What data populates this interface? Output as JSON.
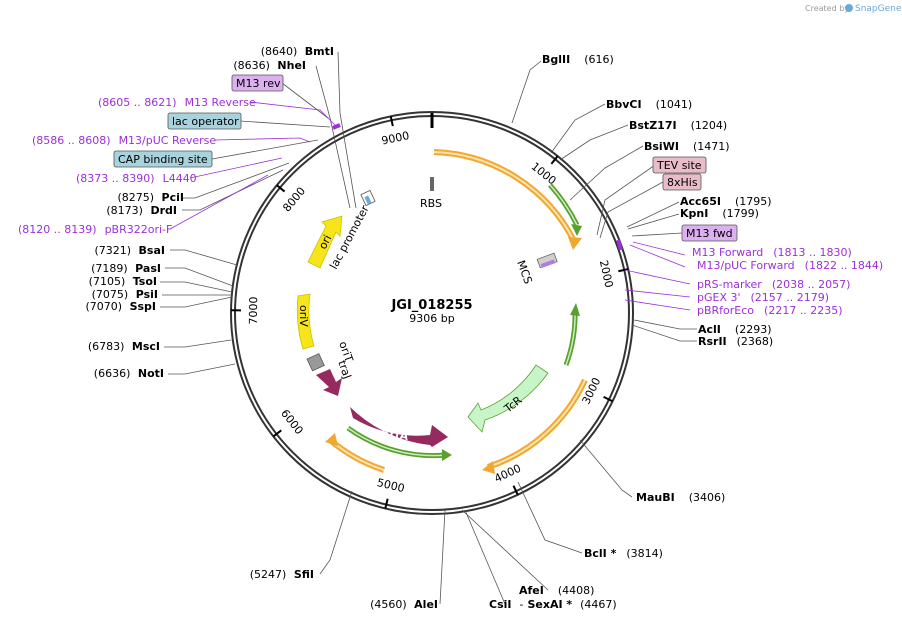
{
  "header": {
    "credit": "Created by",
    "brand": "SnapGene"
  },
  "map": {
    "name": "JGI_018255",
    "length_label": "9306 bp",
    "ticks": [
      "1000",
      "2000",
      "3000",
      "4000",
      "5000",
      "6000",
      "7000",
      "8000",
      "9000"
    ]
  },
  "restriction_sites": [
    {
      "name": "BmtI",
      "pos": "(8640)"
    },
    {
      "name": "NheI",
      "pos": "(8636)"
    },
    {
      "name": "PciI",
      "pos": "(8275)"
    },
    {
      "name": "DrdI",
      "pos": "(8173)"
    },
    {
      "name": "BsaI",
      "pos": "(7321)"
    },
    {
      "name": "PasI",
      "pos": "(7189)"
    },
    {
      "name": "TsoI",
      "pos": "(7105)"
    },
    {
      "name": "PsiI",
      "pos": "(7075)"
    },
    {
      "name": "SspI",
      "pos": "(7070)"
    },
    {
      "name": "MscI",
      "pos": "(6783)"
    },
    {
      "name": "NotI",
      "pos": "(6636)"
    },
    {
      "name": "SfiI",
      "pos": "(5247)"
    },
    {
      "name": "AleI",
      "pos": "(4560)"
    },
    {
      "name": "CsiI",
      "pos": ""
    },
    {
      "name": "SexAI *",
      "pos": "(4467)"
    },
    {
      "name": "AfeI",
      "pos": "(4408)"
    },
    {
      "name": "BclI *",
      "pos": "(3814)"
    },
    {
      "name": "MauBI",
      "pos": "(3406)"
    },
    {
      "name": "AclI",
      "pos": "(2293)"
    },
    {
      "name": "RsrII",
      "pos": "(2368)"
    },
    {
      "name": "Acc65I",
      "pos": "(1795)"
    },
    {
      "name": "KpnI",
      "pos": "(1799)"
    },
    {
      "name": "BsiWI",
      "pos": "(1471)"
    },
    {
      "name": "BstZ17I",
      "pos": "(1204)"
    },
    {
      "name": "BbvCI",
      "pos": "(1041)"
    },
    {
      "name": "BglII",
      "pos": "(616)"
    }
  ],
  "primer_annotations": [
    {
      "range": "(8605 .. 8621)",
      "name": "M13 Reverse"
    },
    {
      "range": "(8586 .. 8608)",
      "name": "M13/pUC Reverse"
    },
    {
      "range": "(8373 .. 8390)",
      "name": "L4440"
    },
    {
      "range": "(8120 .. 8139)",
      "name": "pBR322ori-F"
    },
    {
      "range": "(1813 .. 1830)",
      "name": "M13 Forward"
    },
    {
      "range": "(1822 .. 1844)",
      "name": "M13/pUC Forward"
    },
    {
      "range": "(2038 .. 2057)",
      "name": "pRS-marker"
    },
    {
      "range": "(2157 .. 2179)",
      "name": "pGEX 3'"
    },
    {
      "range": "(2217 .. 2235)",
      "name": "pBRforEco"
    }
  ],
  "boxed_labels": [
    "M13 rev",
    "lac operator",
    "CAP binding site",
    "TEV site",
    "8xHis",
    "M13 fwd"
  ],
  "features": {
    "rbs": "RBS",
    "mcs": "MCS",
    "lac_promoter": "lac promoter",
    "ori": "ori",
    "oriV": "oriV",
    "oriT": "oriT",
    "traJ": "traJ",
    "trfA": "trfA",
    "TcR": "TcR"
  },
  "colors": {
    "ring": "#333333",
    "annotation": "#9b30d9",
    "orf_orange": "#f0a830",
    "orf_green": "#5aa02c",
    "trfA": "#962a5e",
    "tcr": "#c8f5c8",
    "ori_yellow": "#f5e51a",
    "box_purple": "#dcb0f0",
    "box_blue": "#a8d2dc",
    "box_pink": "#e8bcc8"
  }
}
